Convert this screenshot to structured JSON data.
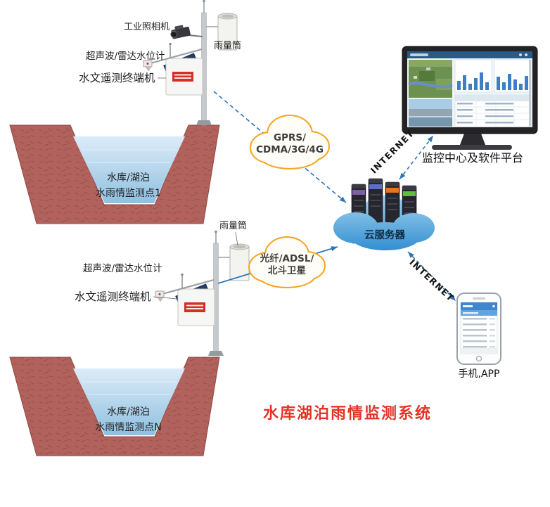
{
  "diagram_title": "水库湖泊雨情监测系统",
  "station1": {
    "camera_label": "工业照相机",
    "rain_gauge_label": "雨量筒",
    "water_level_label": "超声波/雷达水位计",
    "terminal_label": "水文遥测终端机"
  },
  "station2": {
    "rain_gauge_label": "雨量筒",
    "water_level_label": "超声波/雷达水位计",
    "terminal_label": "水文遥测终端机"
  },
  "reservoir1": {
    "name": "水库/湖泊",
    "point": "水雨情监测点1"
  },
  "reservoir2": {
    "name": "水库/湖泊",
    "point": "水雨情监测点N"
  },
  "network": {
    "cellular_line1": "GPRS/",
    "cellular_line2": "CDMA/3G/4G",
    "fiber_line1": "光纤/ADSL/",
    "fiber_line2": "北斗卫星",
    "internet_top": "INTERNET",
    "internet_bottom": "INTERNET"
  },
  "cloud_server_label": "云服务器",
  "monitor_label": "监控中心及软件平台",
  "phone_label": "手机,APP",
  "colors": {
    "arrow_blue": "#2e75b6",
    "cloud_outline_orange": "#f5a623",
    "server_cloud_blue": "#3a93d5",
    "title_red": "#e53328",
    "reservoir_red": "#b2625c",
    "water_blue": "#9cc6e4"
  }
}
